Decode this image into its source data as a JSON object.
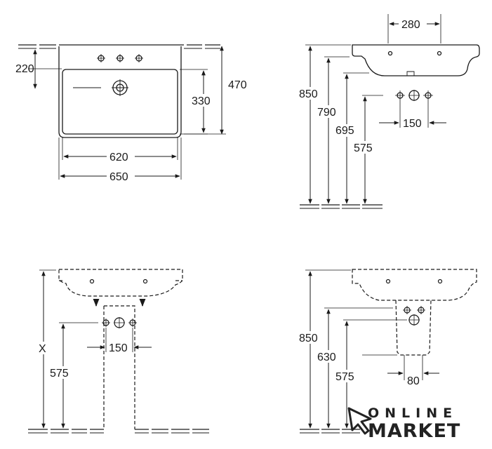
{
  "top_view": {
    "overall_depth": "470",
    "front_to_tap": "220",
    "inner_depth": "330",
    "inner_width": "620",
    "overall_width": "650"
  },
  "side_view": {
    "tap_offset": "280",
    "rim_height": "850",
    "underside_height": "790",
    "trap_height": "695",
    "waste_height": "575",
    "supply_spacing": "150"
  },
  "pedestal_front": {
    "rim_height": "X",
    "waste_height": "575",
    "supply_spacing": "150"
  },
  "semi_pedestal": {
    "rim_height": "850",
    "pedestal_bottom_height": "630",
    "waste_height": "575",
    "pedestal_width": "80"
  },
  "logo": {
    "line1": "ONLINE",
    "line2": "MARKET"
  },
  "colors": {
    "line": "#1a1a1a",
    "floor": "#ffffff"
  }
}
